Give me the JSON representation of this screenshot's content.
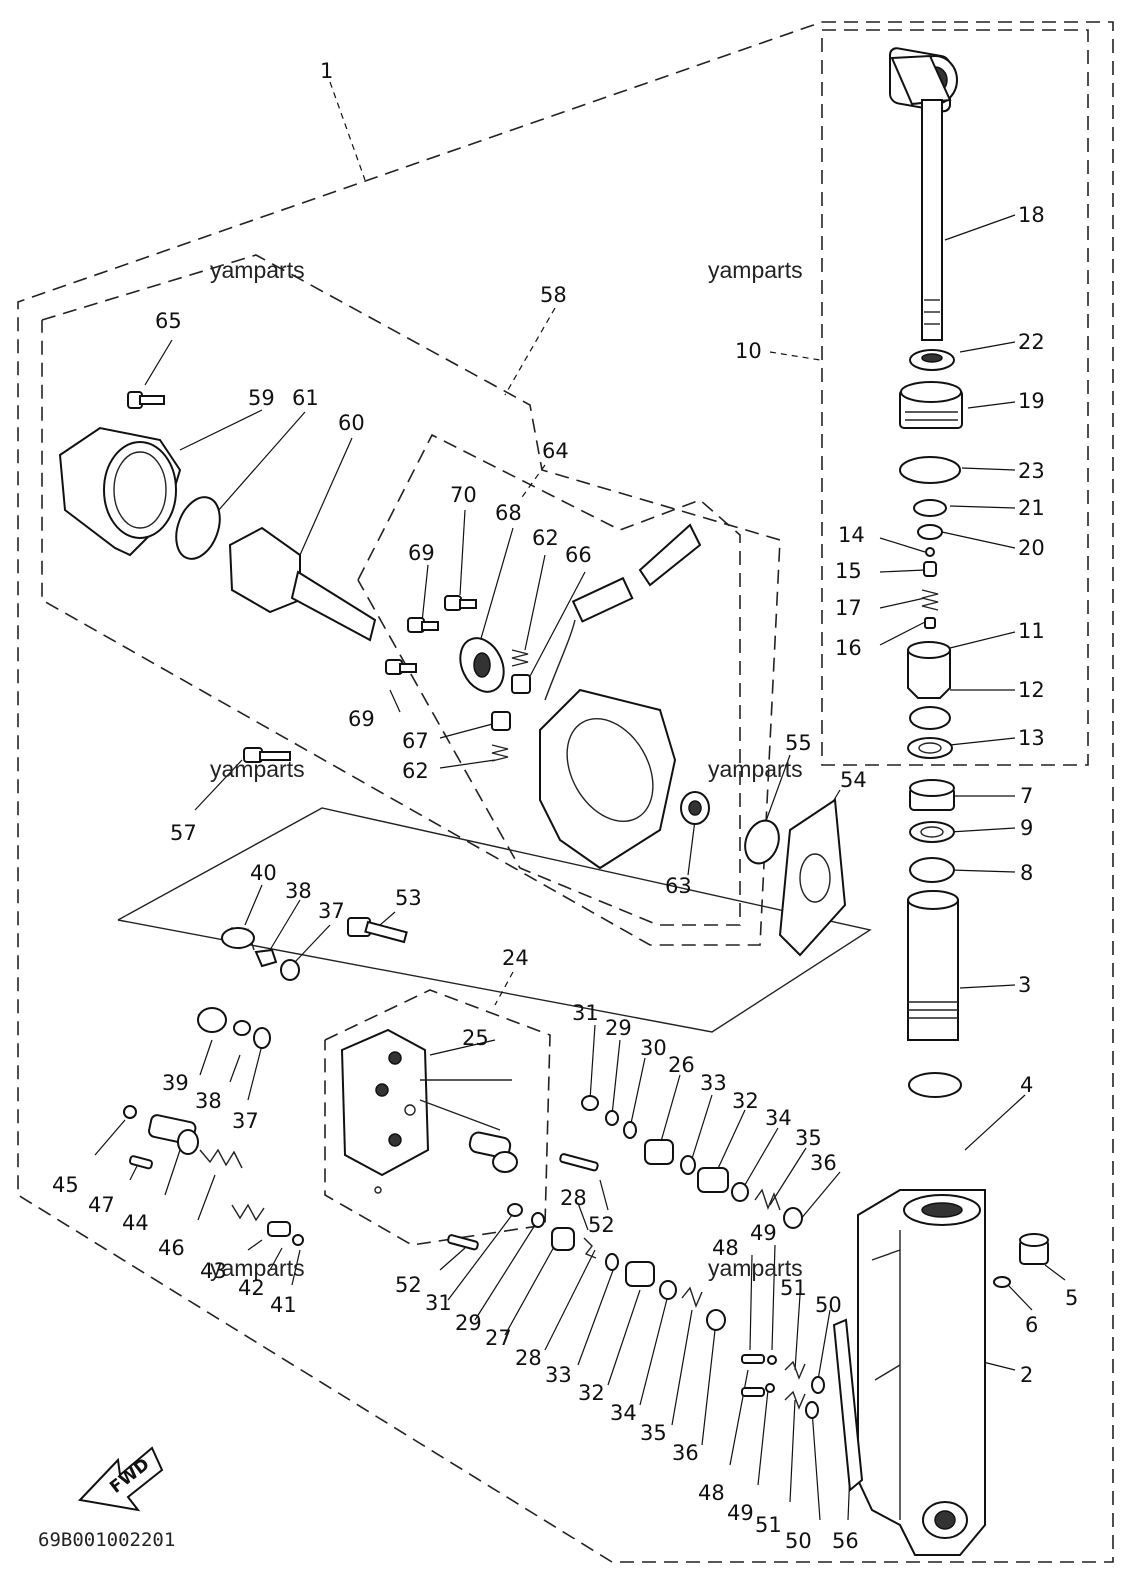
{
  "watermarks": [
    "yamparts",
    "yamparts",
    "yamparts",
    "yamparts",
    "yamparts",
    "yamparts"
  ],
  "diagram_code": "69B001002201",
  "direction_label": "FWD",
  "callouts": [
    "1",
    "2",
    "3",
    "4",
    "5",
    "6",
    "7",
    "8",
    "9",
    "10",
    "11",
    "12",
    "13",
    "14",
    "15",
    "16",
    "17",
    "18",
    "19",
    "20",
    "21",
    "22",
    "23",
    "24",
    "25",
    "26",
    "27",
    "28",
    "28",
    "29",
    "29",
    "30",
    "31",
    "31",
    "32",
    "32",
    "33",
    "33",
    "34",
    "34",
    "35",
    "35",
    "36",
    "36",
    "37",
    "37",
    "38",
    "38",
    "39",
    "40",
    "41",
    "42",
    "43",
    "44",
    "45",
    "46",
    "47",
    "48",
    "48",
    "49",
    "49",
    "50",
    "50",
    "51",
    "51",
    "52",
    "52",
    "53",
    "54",
    "55",
    "56",
    "57",
    "58",
    "59",
    "60",
    "61",
    "62",
    "62",
    "63",
    "64",
    "65",
    "66",
    "67",
    "68",
    "69",
    "69",
    "70"
  ]
}
